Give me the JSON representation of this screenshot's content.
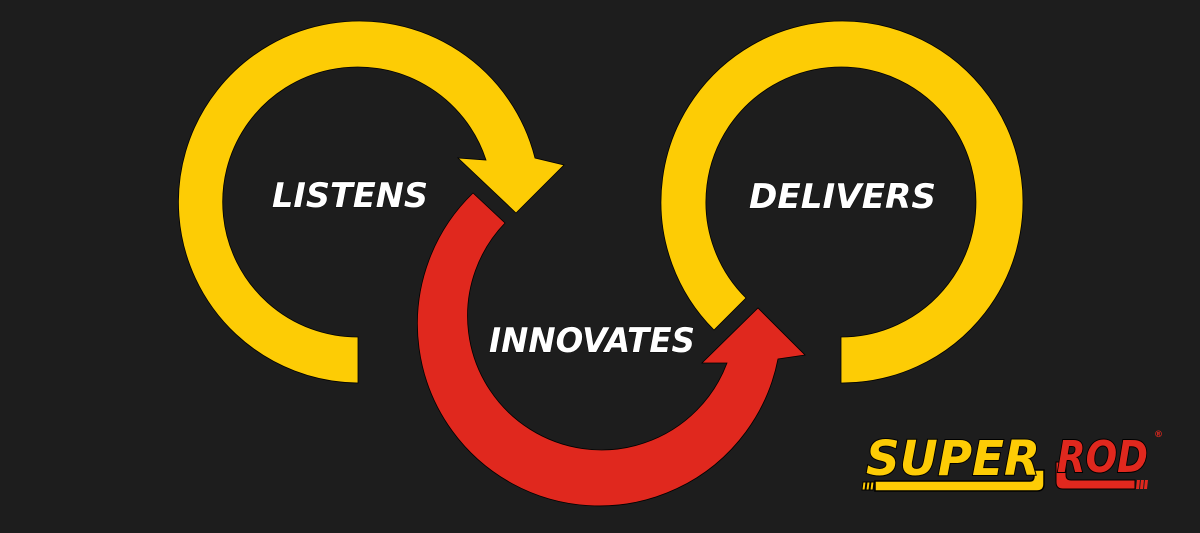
{
  "colors": {
    "background": "#1d1d1d",
    "yellow": "#fdcc05",
    "red": "#e0281e",
    "text": "#ffffff"
  },
  "cycle": {
    "stages": [
      {
        "label": "LISTENS",
        "color": "yellow",
        "icon": "circular-arrow-icon"
      },
      {
        "label": "INNOVATES",
        "color": "red",
        "icon": "circular-arrow-icon"
      },
      {
        "label": "DELIVERS",
        "color": "yellow",
        "icon": "open-ring-icon"
      }
    ]
  },
  "logo": {
    "word1": "SUPER",
    "word2": "ROD",
    "registered": "®"
  }
}
